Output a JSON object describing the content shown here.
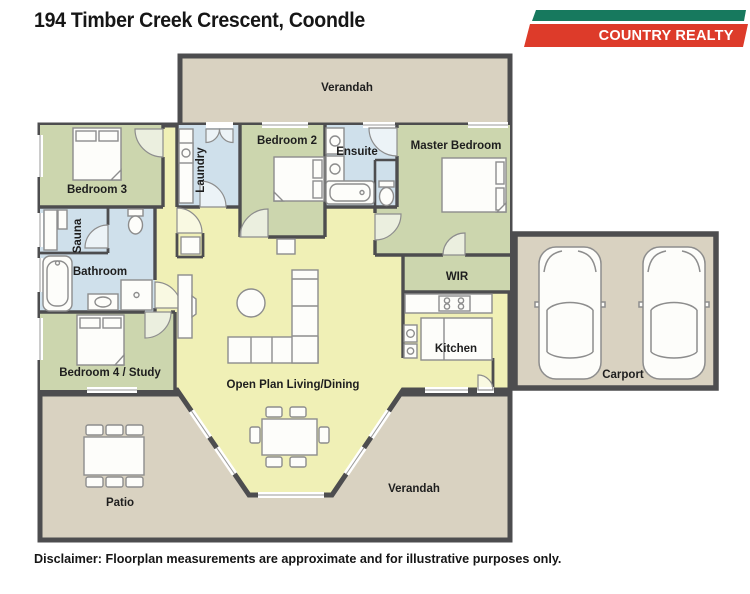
{
  "header": {
    "title": "194 Timber Creek Crescent, Coondle",
    "logo_text": "COUNTRY REALTY"
  },
  "rooms": {
    "verandah_top": "Verandah",
    "bedroom3": "Bedroom 3",
    "laundry": "Laundry",
    "bedroom2": "Bedroom 2",
    "ensuite": "Ensuite",
    "master_bedroom": "Master Bedroom",
    "sauna": "Sauna",
    "bathroom": "Bathroom",
    "bedroom4": "Bedroom 4 / Study",
    "wir": "WIR",
    "kitchen": "Kitchen",
    "living": "Open Plan Living/Dining",
    "patio": "Patio",
    "verandah_bottom": "Verandah",
    "carport": "Carport"
  },
  "footer": {
    "disclaimer": "Disclaimer: Floorplan measurements are approximate and for illustrative purposes only."
  },
  "colors": {
    "outdoor_beige": "#d9d2c1",
    "bedroom_green": "#ccd6ae",
    "wet_area_blue": "#cfe0eb",
    "living_yellow": "#f0f0b6",
    "wall_gray": "#4d4d4f",
    "logo_green": "#17795e",
    "logo_red": "#dd3b2a"
  }
}
